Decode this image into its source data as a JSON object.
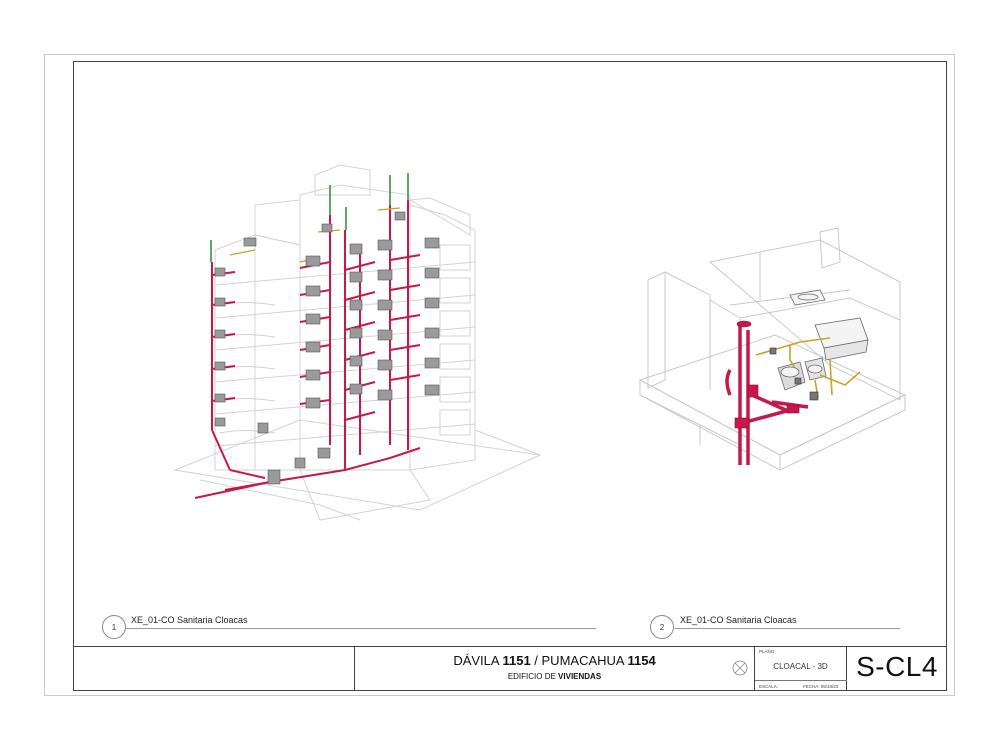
{
  "views": [
    {
      "number": "1",
      "label": "XE_01-CO Sanitaria Cloacas"
    },
    {
      "number": "2",
      "label": "XE_01-CO Sanitaria Cloacas"
    }
  ],
  "title_block": {
    "title_part1": "DÁVILA ",
    "title_num1": "1151",
    "title_part2": " / PUMACAHUA ",
    "title_num2": "1154",
    "subtitle_part1": "EDIFICIO DE ",
    "subtitle_part2": "VIVIENDAS",
    "plano_caption": "PLANO:",
    "plano_name": "CLOACAL - 3D",
    "escala_caption": "ESCALA:",
    "fecha_caption": "FECHA: 05/18/23",
    "sheet_number": "S-CL4"
  },
  "colors": {
    "drain_pipe": "#c8174a",
    "vent_pipe": "#2e8b2e",
    "supply_pipe": "#c9a227",
    "building_lines": "#cfcfcf"
  }
}
